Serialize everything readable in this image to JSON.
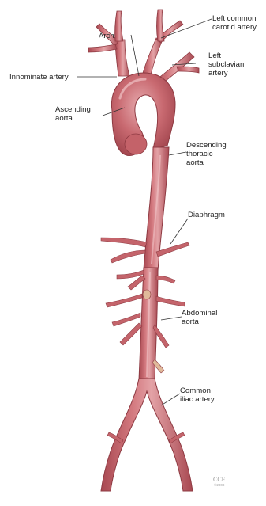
{
  "diagram": {
    "labels": {
      "left_common_carotid_1": "Left common",
      "left_common_carotid_2": "carotid artery",
      "arch": "Arch",
      "left_subclavian_1": "Left",
      "left_subclavian_2": "subclavian",
      "left_subclavian_3": "artery",
      "innominate": "Innominate artery",
      "ascending_1": "Ascending",
      "ascending_2": "aorta",
      "descending_1": "Descending",
      "descending_2": "thoracic",
      "descending_3": "aorta",
      "diaphragm": "Diaphragm",
      "abdominal_1": "Abdominal",
      "abdominal_2": "aorta",
      "common_iliac_1": "Common",
      "common_iliac_2": "iliac artery"
    },
    "watermark": {
      "line1": "CCF",
      "line2": "©2008"
    },
    "colors": {
      "vessel_main": "#c4646b",
      "vessel_edge": "#8e3a42",
      "vessel_highlight": "#e3a2a6",
      "vessel_shadow": "#a84851",
      "background": "#ffffff"
    }
  }
}
